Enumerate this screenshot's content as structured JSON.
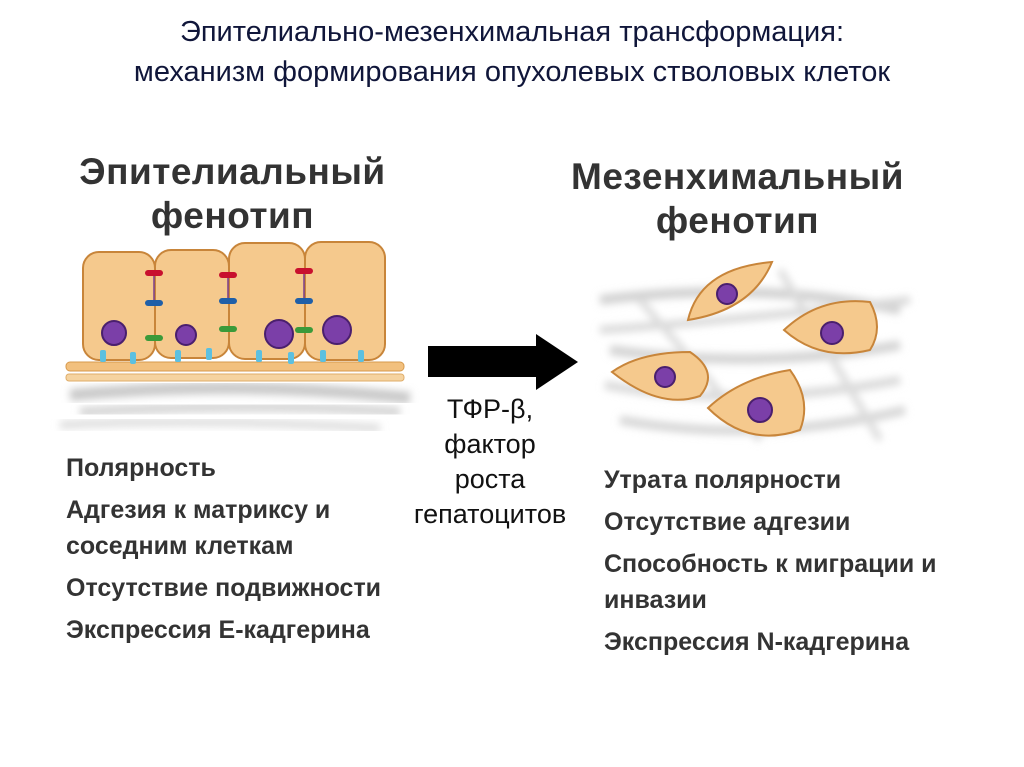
{
  "title": {
    "line1": "Эпителиально-мезенхимальная трансформация:",
    "line2": "механизм формирования опухолевых стволовых клеток"
  },
  "epithelial": {
    "heading_line1": "Эпителиальный",
    "heading_line2": "фенотип",
    "features": [
      "Полярность",
      "Адгезия к матриксу и соседним клеткам",
      "Отсутствие подвижности",
      "Экспрессия Е-кадгерина"
    ]
  },
  "mesenchymal": {
    "heading_line1": "Мезенхимальный",
    "heading_line2": "фенотип",
    "features": [
      "Утрата полярности",
      "Отсутствие адгезии",
      "Способность к миграции и инвазии",
      "Экспрессия N-кадгерина"
    ]
  },
  "transition": {
    "label_line1": "ТФР-β,",
    "label_line2": "фактор",
    "label_line3": "роста",
    "label_line4": "гепатоцитов"
  },
  "colors": {
    "cell_fill": "#f5c98d",
    "cell_stroke": "#c8853a",
    "nucleus": "#7b3fa8",
    "junction_red": "#c8102e",
    "junction_blue": "#1f5fa8",
    "junction_green": "#3a9a3a",
    "integrin": "#5cc0e0",
    "arrow": "#000000"
  }
}
